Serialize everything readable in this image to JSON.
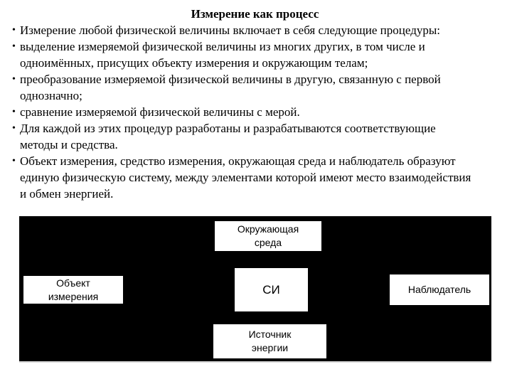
{
  "slide": {
    "title": "Измерение как процесс",
    "list_marker": "•",
    "bullets": [
      "Измерение любой физической величины включает в себя следующие процедуры:",
      "выделение измеряемой физической величины из многих других, в том числе и\nодноимённых, присущих объекту измерения и окружающим телам;",
      "преобразование измеряемой физической величины в другую, связанную с первой\nоднозначно;",
      "сравнение измеряемой физической величины с мерой.",
      "Для каждой из этих процедур разработаны и разрабатываются соответствующие\nметоды и средства.",
      "Объект измерения, средство измерения, окружающая среда и наблюдатель образуют\nединую физическую систему, между элементами которой имеют место взаимодействия\nи обмен энергией."
    ]
  },
  "diagram": {
    "background": "#000000",
    "box_fill": "#ffffff",
    "text_color": "#000000",
    "nodes": {
      "environment": "Окружающая\nсреда",
      "object": "Объект\nизмерения",
      "si": "СИ",
      "observer": "Наблюдатель",
      "energy_source": "Источник\nэнергии"
    }
  }
}
